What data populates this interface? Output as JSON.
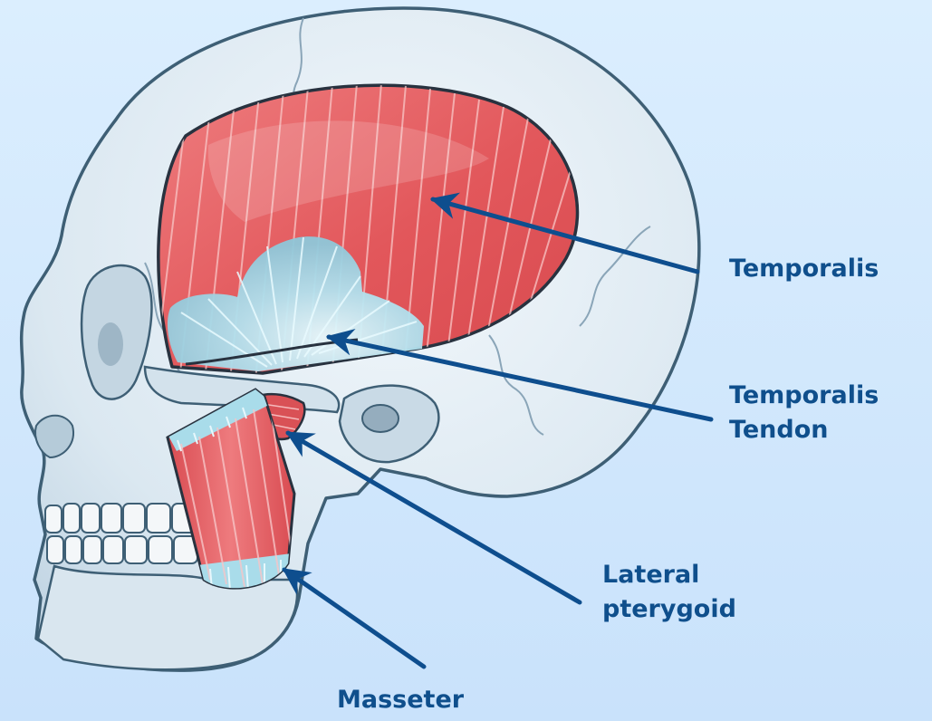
{
  "labels": {
    "temporalis": "Temporalis",
    "temporalis_tendon": [
      "Temporalis",
      "Tendon"
    ],
    "lateral_pterygoid": [
      "Lateral",
      "pterygoid"
    ],
    "masseter": "Masseter"
  },
  "colors": {
    "background": "#d6eafd",
    "label_text": "#0f4f8c",
    "arrow": "#0e4e8e",
    "skull_fill": "#e2edf4",
    "skull_outline": "#3e5f75",
    "muscle": "#e2555a",
    "tendon": "#a9dcea"
  }
}
